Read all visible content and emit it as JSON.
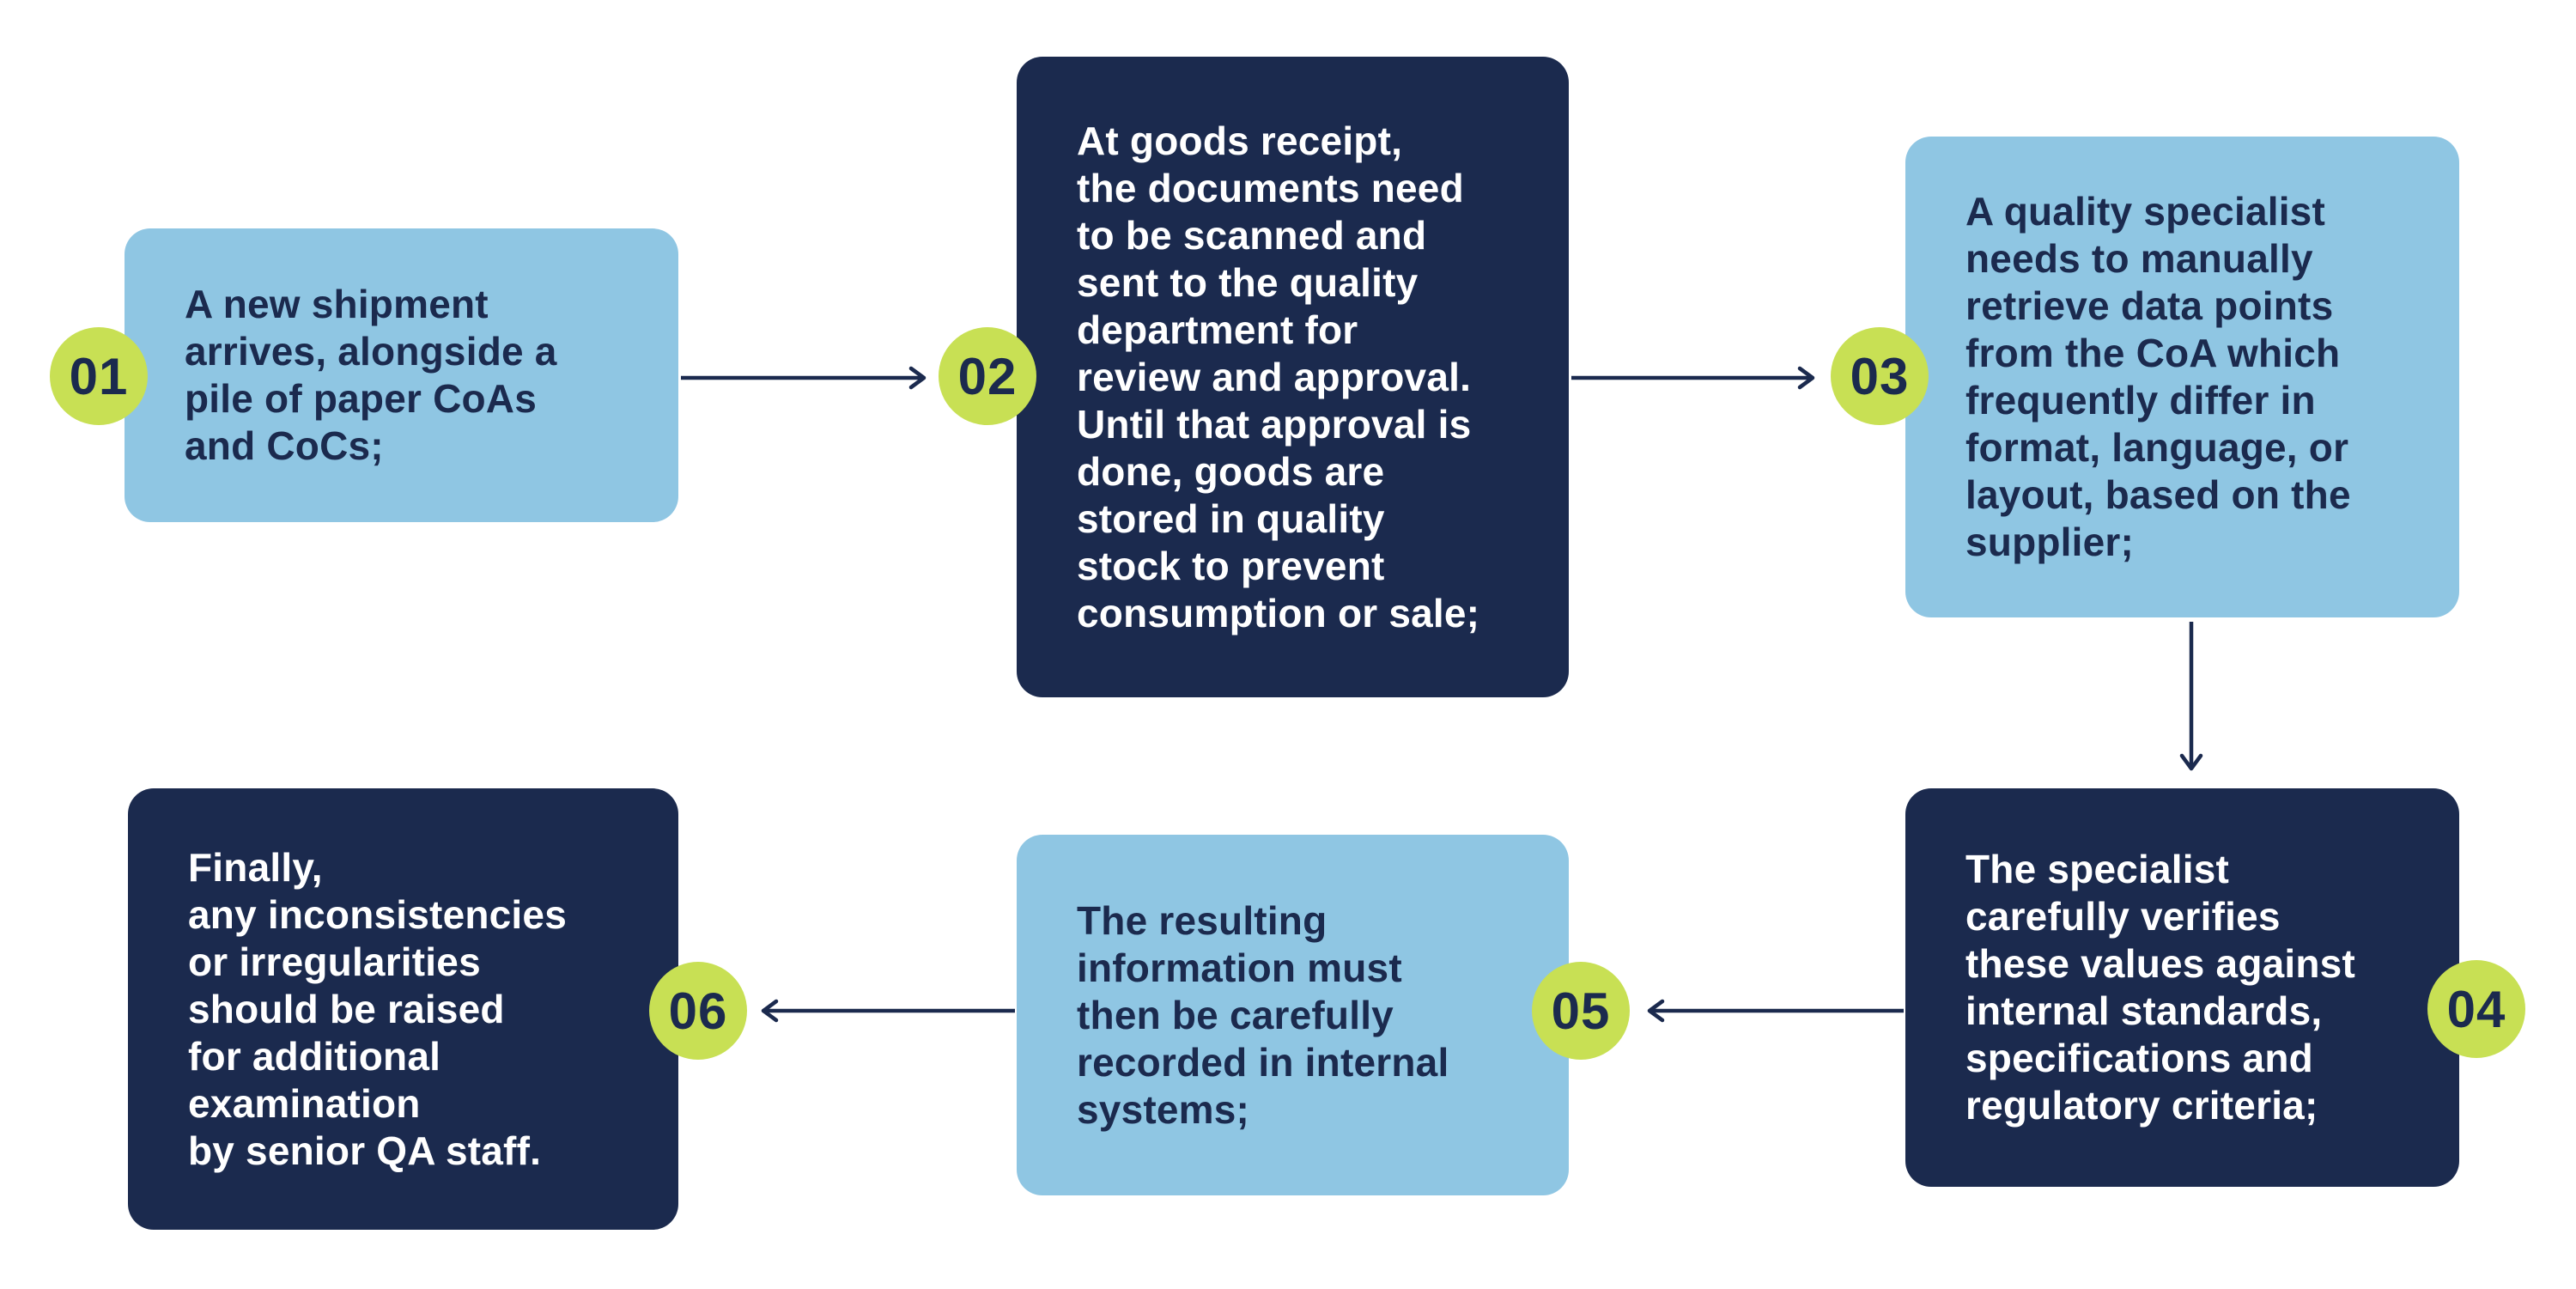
{
  "colors": {
    "light_blue": "#8FC6E3",
    "navy": "#1B2A4E",
    "lime": "#C8E054",
    "arrow": "#1B2A4E",
    "text_on_dark": "#FFFFFF"
  },
  "steps": [
    {
      "number": "01",
      "variant": "light",
      "text": "A new shipment\narrives, alongside a\npile of paper CoAs\nand CoCs;"
    },
    {
      "number": "02",
      "variant": "dark",
      "text": "At goods receipt,\nthe documents need\nto be scanned and\nsent to the quality\ndepartment for\nreview and approval.\nUntil that approval is\ndone, goods are\nstored in quality\nstock to prevent\nconsumption or sale;"
    },
    {
      "number": "03",
      "variant": "light",
      "text": "A quality specialist\nneeds to manually\nretrieve data points\nfrom the CoA which\nfrequently differ in\nformat, language, or\nlayout, based on the\nsupplier;"
    },
    {
      "number": "04",
      "variant": "dark",
      "text": "The specialist\ncarefully verifies\nthese values against\ninternal standards,\nspecifications and\nregulatory criteria;"
    },
    {
      "number": "05",
      "variant": "light",
      "text": "The resulting\ninformation must\nthen be carefully\nrecorded in internal\nsystems;"
    },
    {
      "number": "06",
      "variant": "dark",
      "text": "Finally,\nany inconsistencies\nor irregularities\nshould be raised\nfor additional\nexamination\nby senior QA staff."
    }
  ]
}
